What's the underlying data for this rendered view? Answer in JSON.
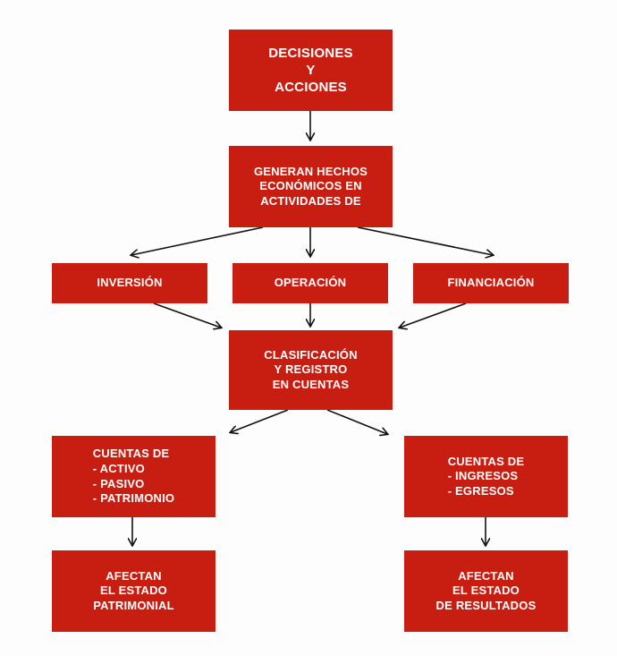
{
  "nodes": {
    "decisiones": "DECISIONES\nY\nACCIONES",
    "generan": "GENERAN HECHOS\nECONÓMICOS EN\nACTIVIDADES DE",
    "inversion": "INVERSIÓN",
    "operacion": "OPERACIÓN",
    "financiacion": "FINANCIACIÓN",
    "clasificacion": "CLASIFICACIÓN\nY REGISTRO\nEN CUENTAS",
    "cuentas_activo": "CUENTAS DE\n   - ACTIVO\n   - PASIVO\n   - PATRIMONIO",
    "cuentas_ingresos": "CUENTAS DE\n   - INGRESOS\n   - EGRESOS",
    "afectan_patrimonial": "AFECTAN\nEL ESTADO\nPATRIMONIAL",
    "afectan_resultados": "AFECTAN\nEL ESTADO\nDE RESULTADOS"
  },
  "colors": {
    "box": "#c81e12",
    "text": "#ffffff",
    "arrow": "#111111"
  }
}
